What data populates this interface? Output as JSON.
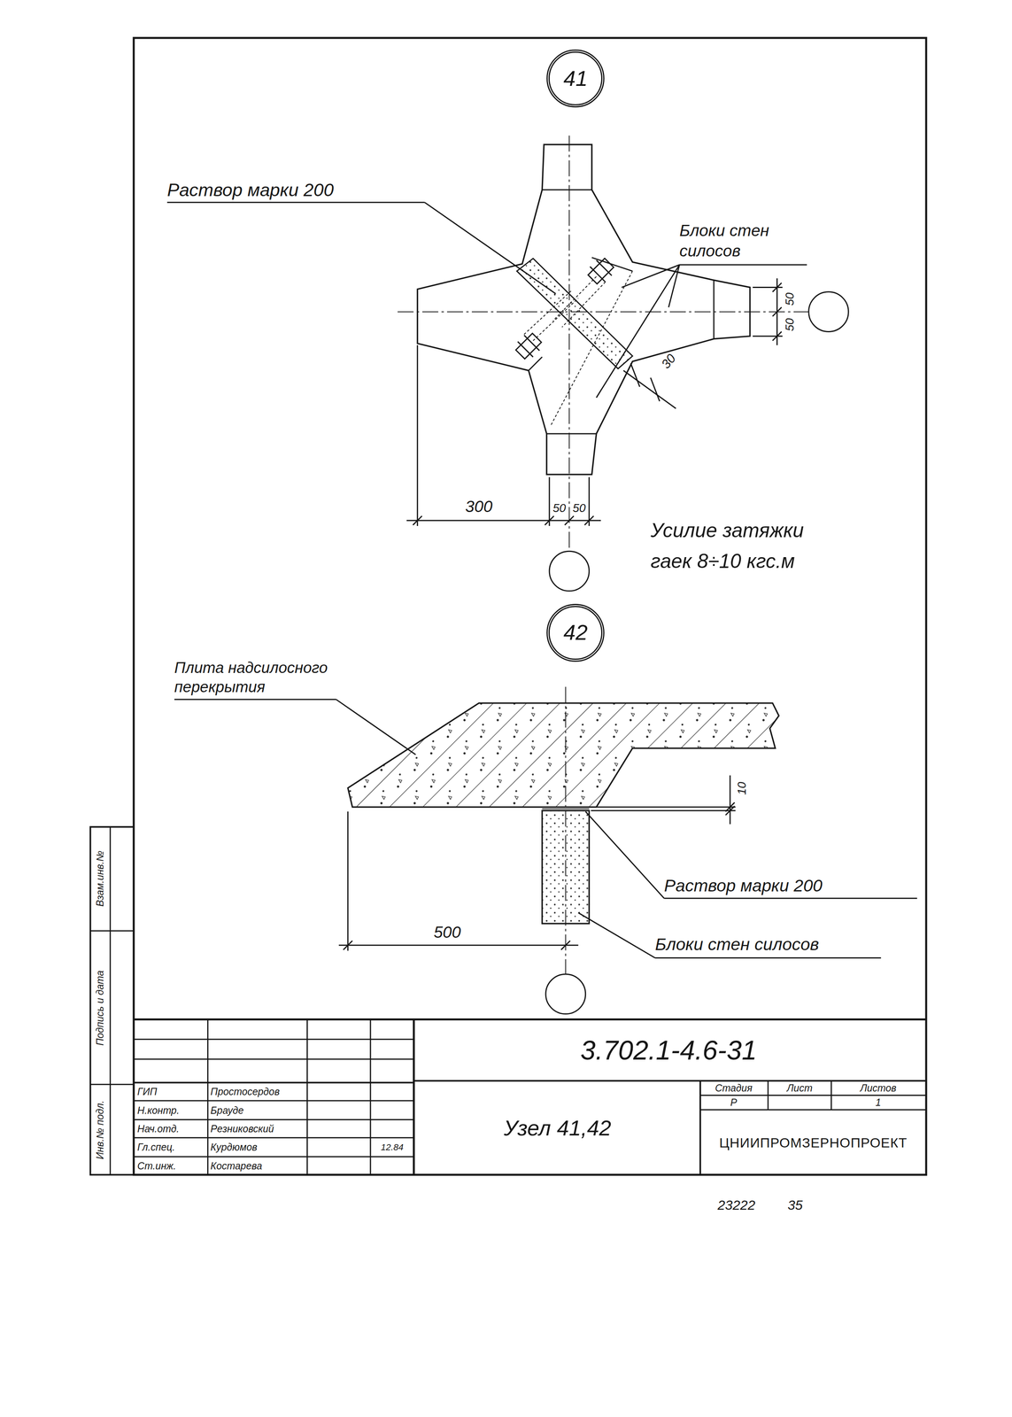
{
  "diagram": {
    "nodes": [
      {
        "text": [
          "41"
        ]
      },
      {
        "text": [
          "42"
        ]
      }
    ],
    "labels": [
      "Раствор марки 200",
      "Блоки стен силосов",
      "50",
      "50",
      "30",
      "300",
      "50",
      "50",
      "Усилие затяжки гаек 8÷10 кгс.м",
      "Плита надсилосного перекрытия",
      "10",
      "Раствор марки 200",
      "500",
      "Блоки стен силосов",
      "3.702.1-4.6-31",
      "ГИП",
      "Н.контр.",
      "Нач.отд.",
      "Гл.спец.",
      "Ст.инж.",
      "Простосердов",
      "Брауде",
      "Резниковский",
      "Курдюмов",
      "Костарева",
      "12.84",
      "Узел 41,42",
      "Стадия",
      "Лист",
      "Листов",
      "Р",
      "1",
      "ЦНИИПРОМЗЕРНОПРОЕКТ",
      "23222",
      "35",
      "Инв.№ подл.",
      "Подпись и дата",
      "Взам.инв.№"
    ]
  }
}
